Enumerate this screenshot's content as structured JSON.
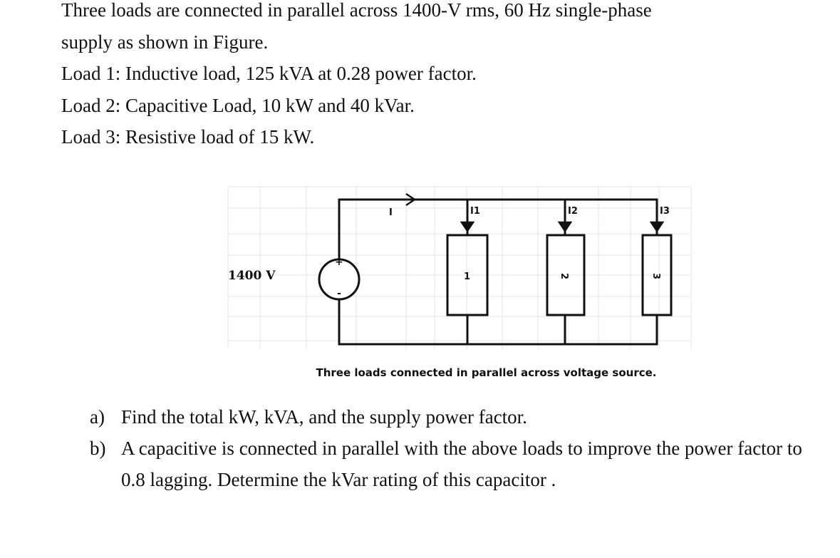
{
  "problem": {
    "lines": [
      "Three loads are connected in parallel across 1400-V rms, 60 Hz single-phase",
      "supply as shown in Figure.",
      "Load 1: Inductive load, 125 kVA at 0.28 power factor.",
      "Load 2: Capacitive Load, 10 kW and 40 kVar.",
      "Load 3: Resistive load of 15 kW."
    ]
  },
  "figure": {
    "source_label": "1400 V",
    "source_plus": "+",
    "source_minus": "-",
    "total_current": "I",
    "branches": [
      {
        "current": "I1",
        "load": "1"
      },
      {
        "current": "I2",
        "load": "2"
      },
      {
        "current": "I3",
        "load": "3"
      }
    ],
    "caption": "Three loads connected in parallel across voltage source."
  },
  "questions": [
    {
      "marker": "a)",
      "text": "Find the total kW, kVA, and the supply power factor."
    },
    {
      "marker": "b)",
      "text": "A capacitive is connected in parallel with the above loads to improve the power factor to 0.8 lagging. Determine the kVar rating of this capacitor ."
    }
  ]
}
